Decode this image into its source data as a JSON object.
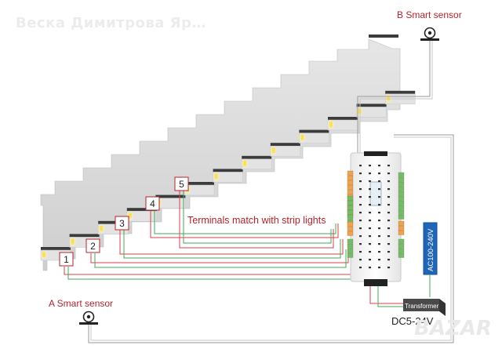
{
  "watermark_text": "Веска Димитрова Яр…",
  "labels": {
    "b_sensor": "B Smart sensor",
    "a_sensor": "A Smart sensor",
    "terminals_note": "Terminals match with strip lights",
    "ac_supply": "AC100-240V",
    "transformer": "Transformer",
    "dc_supply": "DC5-24V"
  },
  "terminals": [
    "1",
    "2",
    "3",
    "4",
    "5"
  ],
  "site_logo": "BAZAR",
  "colors": {
    "label_red": "#b2242b",
    "wire_red": "#d9414a",
    "wire_green": "#41a95a",
    "wire_gray": "#9a9a9a",
    "ac_box": "#1f66b8",
    "terminal_orange": "#f2a24a",
    "terminal_green": "#6cc06a"
  },
  "icons": [
    "sensor-icon",
    "step-light-icon"
  ]
}
